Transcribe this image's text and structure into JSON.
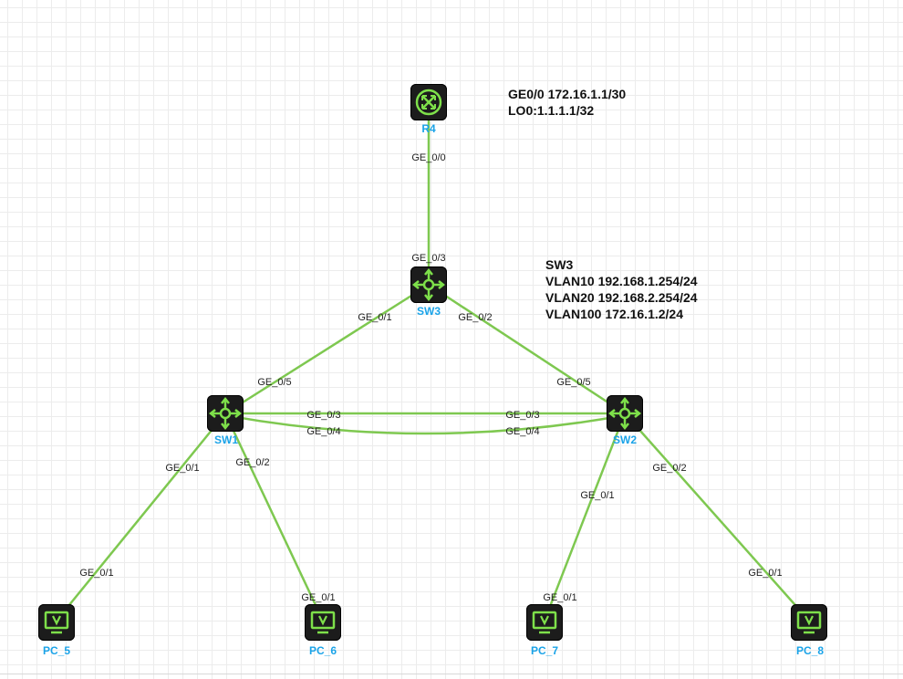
{
  "colors": {
    "link": "#7ec850",
    "device_body": "#1c1c1c",
    "device_glyph": "#7ee04a",
    "device_label": "#1aa3e8"
  },
  "devices": {
    "r4": {
      "label": "R4",
      "icon": "router-icon"
    },
    "sw3": {
      "label": "SW3",
      "icon": "switch-icon"
    },
    "sw1": {
      "label": "SW1",
      "icon": "switch-icon"
    },
    "sw2": {
      "label": "SW2",
      "icon": "switch-icon"
    },
    "pc5": {
      "label": "PC_5",
      "icon": "monitor-icon"
    },
    "pc6": {
      "label": "PC_6",
      "icon": "monitor-icon"
    },
    "pc7": {
      "label": "PC_7",
      "icon": "monitor-icon"
    },
    "pc8": {
      "label": "PC_8",
      "icon": "monitor-icon"
    }
  },
  "ports": {
    "r4_sw3_r4": "GE_0/0",
    "r4_sw3_sw3": "GE_0/3",
    "sw3_sw1_sw3": "GE_0/1",
    "sw3_sw1_sw1": "GE_0/5",
    "sw3_sw2_sw3": "GE_0/2",
    "sw3_sw2_sw2": "GE_0/5",
    "sw1_sw2a_sw1": "GE_0/3",
    "sw1_sw2a_sw2": "GE_0/3",
    "sw1_sw2b_sw1": "GE_0/4",
    "sw1_sw2b_sw2": "GE_0/4",
    "sw1_pc5_sw1": "GE_0/1",
    "sw1_pc5_pc": "GE_0/1",
    "sw1_pc6_sw1": "GE_0/2",
    "sw1_pc6_pc": "GE_0/1",
    "sw2_pc7_sw2": "GE_0/1",
    "sw2_pc7_pc": "GE_0/1",
    "sw2_pc8_sw2": "GE_0/2",
    "sw2_pc8_pc": "GE_0/1"
  },
  "notes": {
    "r4": [
      "GE0/0 172.16.1.1/30",
      "LO0:1.1.1.1/32"
    ],
    "sw3": [
      "SW3",
      "VLAN10 192.168.1.254/24",
      "VLAN20 192.168.2.254/24",
      "VLAN100 172.16.1.2/24"
    ]
  }
}
